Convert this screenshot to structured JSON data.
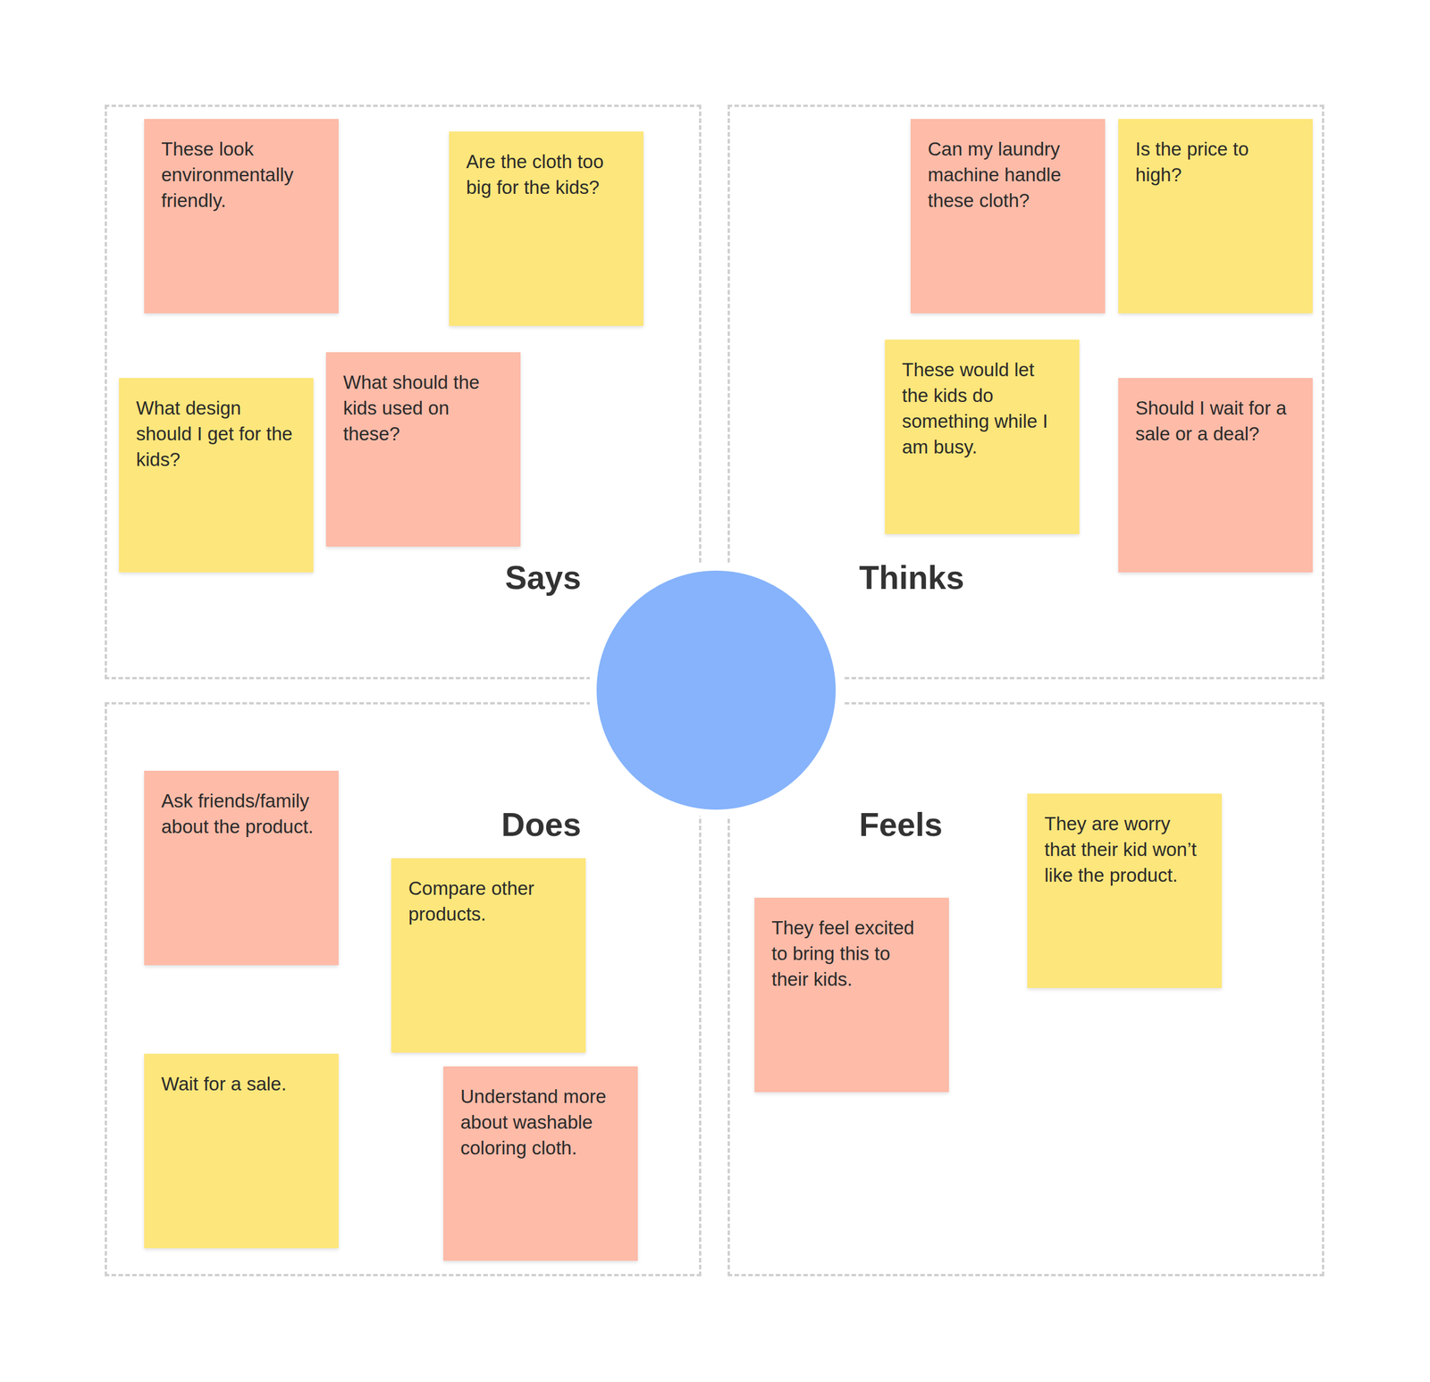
{
  "diagram": {
    "nodes": [
      {
        "text": [
          "Says"
        ]
      },
      {
        "text": [
          "These look environmentally friendly."
        ],
        "in": 0
      },
      {
        "text": [
          "Are the cloth too big for the kids?"
        ],
        "in": 0
      },
      {
        "text": [
          "What design should I get for the kids?"
        ],
        "in": 0
      },
      {
        "text": [
          "What should the kids used on these?"
        ],
        "in": 0
      },
      {
        "text": [
          "Thinks"
        ]
      },
      {
        "text": [
          "Can my laundry machine handle these cloth?"
        ],
        "in": 5
      },
      {
        "text": [
          "Is the price to high?"
        ],
        "in": 5
      },
      {
        "text": [
          "These would let the kids do something while I am busy."
        ],
        "in": 5
      },
      {
        "text": [
          "Should I wait for a sale or a deal?"
        ],
        "in": 5
      },
      {
        "text": [
          "Does"
        ]
      },
      {
        "text": [
          "Ask friends/family about the product."
        ],
        "in": 10
      },
      {
        "text": [
          "Compare other products."
        ],
        "in": 10
      },
      {
        "text": [
          "Wait for a sale."
        ],
        "in": 10
      },
      {
        "text": [
          "Understand more about washable coloring cloth."
        ],
        "in": 10
      },
      {
        "text": [
          "Feels"
        ]
      },
      {
        "text": [
          "They are worry that their kid won’t like the product."
        ],
        "in": 15
      },
      {
        "text": [
          "They feel excited to bring this to their kids."
        ],
        "in": 15
      }
    ]
  }
}
